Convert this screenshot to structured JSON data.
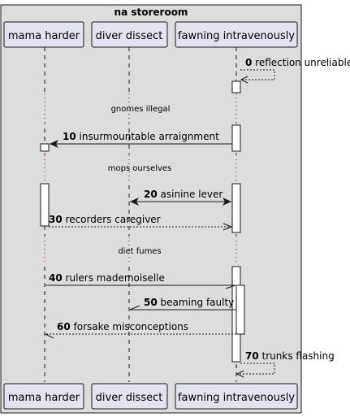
{
  "group": {
    "title": "na storeroom"
  },
  "participants": [
    {
      "id": "p1",
      "label": "mama harder"
    },
    {
      "id": "p2",
      "label": "diver dissect"
    },
    {
      "id": "p3",
      "label": "fawning intravenously"
    }
  ],
  "messages": [
    {
      "num": "0",
      "text": "reflection unreliable",
      "from": "p3",
      "to": "p3",
      "style": "dashed"
    },
    {
      "num": "10",
      "text": "insurmountable arraignment",
      "from": "p3",
      "to": "p1",
      "style": "solid"
    },
    {
      "num": "20",
      "text": "asinine lever",
      "from": "p2",
      "to": "p3",
      "style": "solid",
      "bidirectional": true
    },
    {
      "num": "30",
      "text": "recorders caregiver",
      "from": "p1",
      "to": "p3",
      "style": "dashed"
    },
    {
      "num": "40",
      "text": "rulers mademoiselle",
      "from": "p1",
      "to": "p3",
      "style": "solid"
    },
    {
      "num": "50",
      "text": "beaming faulty",
      "from": "p3",
      "to": "p2",
      "style": "solid"
    },
    {
      "num": "60",
      "text": "forsake misconceptions",
      "from": "p3",
      "to": "p1",
      "style": "dashed"
    },
    {
      "num": "70",
      "text": "trunks flashing",
      "from": "p3",
      "to": "p3",
      "style": "dashed"
    }
  ],
  "dividers": [
    {
      "text": "gnomes illegal"
    },
    {
      "text": "mops ourselves"
    },
    {
      "text": "diet fumes"
    }
  ],
  "colors": {
    "group_background": "#dddddd",
    "participant_fill": "#e2e2f0",
    "participant_border": "#181818",
    "lifeline": "#181818",
    "arrow": "#181818",
    "divider_dots": "#800000"
  }
}
